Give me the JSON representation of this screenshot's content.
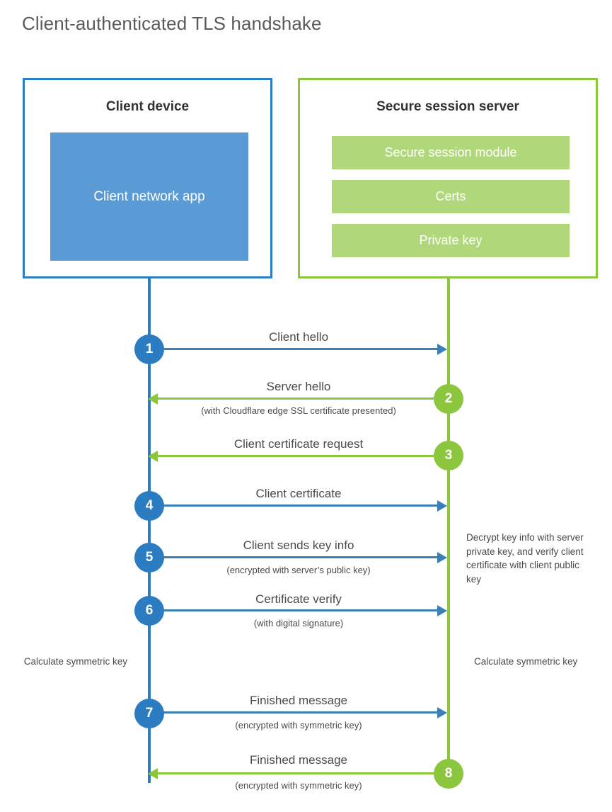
{
  "page": {
    "title": "Client-authenticated TLS handshake",
    "colors": {
      "client_blue": "#2b7cc0",
      "client_app_fill": "#5b9bd5",
      "server_green": "#8cc63f",
      "server_bar_fill": "#b0d87b",
      "arrow_blue": "#3a7fb8",
      "text": "#4a4a4a",
      "title_text": "#5a5a5a"
    }
  },
  "client_panel": {
    "title": "Client device",
    "app_label": "Client network app"
  },
  "server_panel": {
    "title": "Secure session server",
    "bars": [
      {
        "label": "Secure session module"
      },
      {
        "label": "Certs"
      },
      {
        "label": "Private key"
      }
    ]
  },
  "steps": [
    {
      "number": "1",
      "side": "client",
      "direction": "right",
      "main": "Client hello",
      "sub": ""
    },
    {
      "number": "2",
      "side": "server",
      "direction": "left",
      "main": "Server hello",
      "sub": "(with Cloudflare edge SSL certificate presented)"
    },
    {
      "number": "3",
      "side": "server",
      "direction": "left",
      "main": "Client certificate request",
      "sub": ""
    },
    {
      "number": "4",
      "side": "client",
      "direction": "right",
      "main": "Client certificate",
      "sub": ""
    },
    {
      "number": "5",
      "side": "client",
      "direction": "right",
      "main": "Client sends key info",
      "sub": "(encrypted with server’s public key)"
    },
    {
      "number": "6",
      "side": "client",
      "direction": "right",
      "main": "Certificate verify",
      "sub": "(with digital signature)"
    },
    {
      "number": "7",
      "side": "client",
      "direction": "right",
      "main": "Finished message",
      "sub": "(encrypted with symmetric key)"
    },
    {
      "number": "8",
      "side": "server",
      "direction": "left",
      "main": "Finished message",
      "sub": "(encrypted with symmetric key)"
    }
  ],
  "annotations": {
    "server_decrypt": "Decrypt key info with server private key, and verify client certificate with client public key",
    "client_calculate": "Calculate symmetric key",
    "server_calculate": "Calculate symmetric key"
  },
  "chart_data": {
    "type": "table",
    "title": "Client-authenticated TLS handshake",
    "categories": [
      "1",
      "2",
      "3",
      "4",
      "5",
      "6",
      "7",
      "8"
    ],
    "series": [
      {
        "name": "messages",
        "values": [
          "Client hello",
          "Server hello",
          "Client certificate request",
          "Client certificate",
          "Client sends key info",
          "Certificate verify",
          "Finished message",
          "Finished message"
        ]
      }
    ]
  }
}
